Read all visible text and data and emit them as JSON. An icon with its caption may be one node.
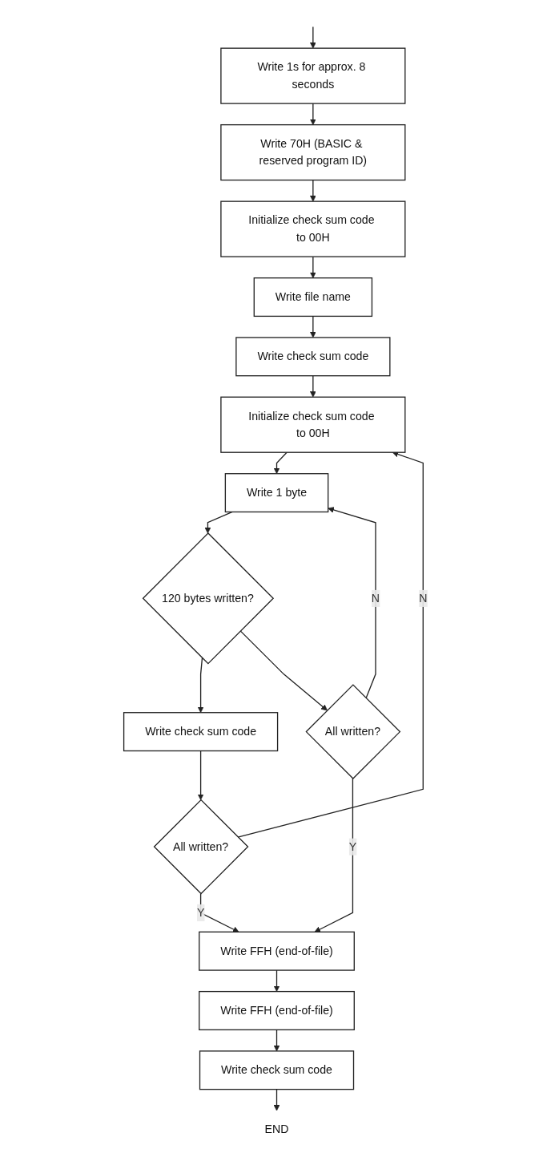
{
  "diagram": {
    "nodes": [
      {
        "text": [
          "Write 1s for approx. 8 seconds"
        ]
      },
      {
        "text": [
          "Write 70H (BASIC & reserved program ID)"
        ]
      },
      {
        "text": [
          "Initialize check sum code to 00H"
        ]
      },
      {
        "text": [
          "Write file name"
        ]
      },
      {
        "text": [
          "Write check sum code"
        ]
      },
      {
        "text": [
          "Initialize check sum code to 00H"
        ]
      },
      {
        "text": [
          "Write 1 byte"
        ]
      },
      {
        "text": [
          "120 bytes written?"
        ]
      },
      {
        "text": [
          "Write check sum code"
        ]
      },
      {
        "text": [
          "All written?"
        ]
      },
      {
        "text": [
          "All written?"
        ]
      },
      {
        "text": [
          "Write FFH (end-of-file)"
        ]
      },
      {
        "text": [
          "Write FFH (end-of-file)"
        ]
      },
      {
        "text": [
          "Write check sum code"
        ]
      },
      {
        "text": [
          "END"
        ]
      }
    ],
    "edges": [
      {
        "from": null,
        "to": 0,
        "arrow": "to"
      },
      {
        "from": 0,
        "to": 1,
        "arrow": "to"
      },
      {
        "from": 1,
        "to": 2,
        "arrow": "to"
      },
      {
        "from": 2,
        "to": 3,
        "arrow": "to"
      },
      {
        "from": 3,
        "to": 4,
        "arrow": "to"
      },
      {
        "from": 4,
        "to": 5,
        "arrow": "to"
      },
      {
        "from": 5,
        "to": 6,
        "arrow": "to"
      },
      {
        "from": 6,
        "to": 7,
        "arrow": "to"
      },
      {
        "from": 7,
        "to": 8,
        "arrow": "to"
      },
      {
        "from": 7,
        "to": 9,
        "arrow": "to"
      },
      {
        "from": 8,
        "to": 10,
        "arrow": "to"
      },
      {
        "from": 10,
        "to": 5,
        "arrow": "to",
        "label": "N"
      },
      {
        "from": 10,
        "to": 11,
        "arrow": "to",
        "label": "Y"
      },
      {
        "from": 9,
        "to": 6,
        "arrow": "to",
        "label": "N"
      },
      {
        "from": 9,
        "to": 11,
        "arrow": "to",
        "label": "Y"
      },
      {
        "from": 11,
        "to": 12,
        "arrow": "to"
      },
      {
        "from": 12,
        "to": 13,
        "arrow": "to"
      },
      {
        "from": 13,
        "to": 14,
        "arrow": "to"
      }
    ]
  }
}
